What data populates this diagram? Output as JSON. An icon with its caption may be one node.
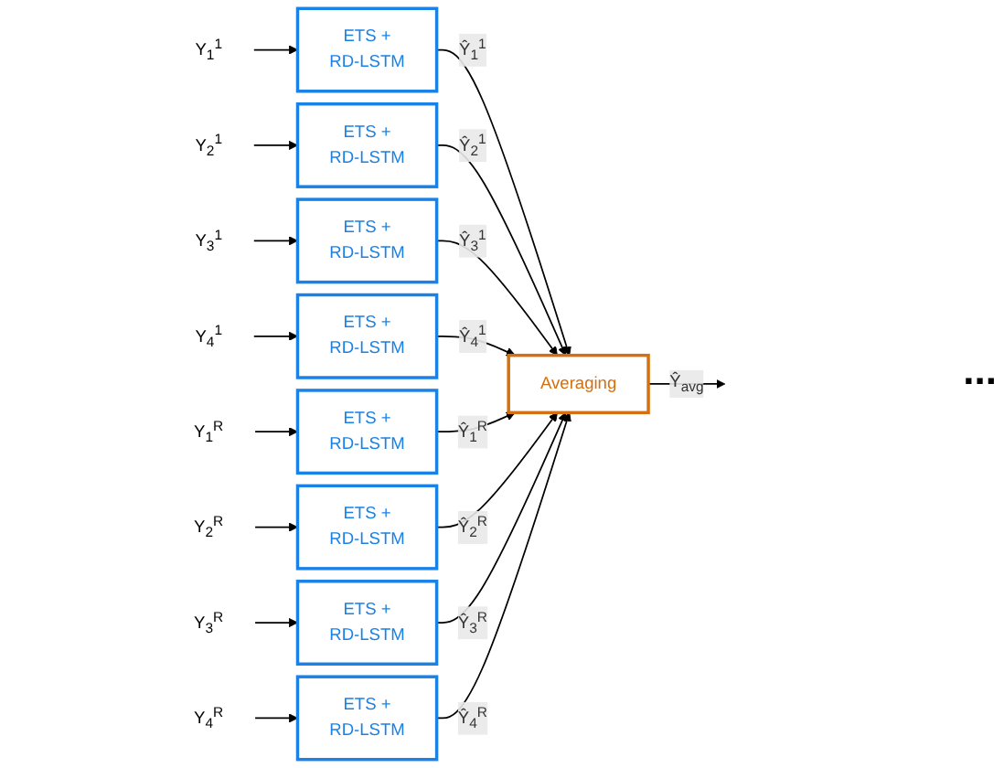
{
  "diagram": {
    "nodes": [
      {
        "text": [
          "Y$_{1}$$^{1}$"
        ]
      },
      {
        "text": [
          "ETS + RD-LSTM"
        ]
      },
      {
        "text": [
          "ETS + RD-LSTM"
        ]
      },
      {
        "text": [
          "Y$_{1}$$^{R}$"
        ]
      },
      {
        "text": [
          "Y$_{2}$$^{1}$"
        ]
      },
      {
        "text": [
          "ETS + RD-LSTM"
        ]
      },
      {
        "text": [
          "ETS + RD-LSTM"
        ]
      },
      {
        "text": [
          "Y$_{2}$$^{R}$"
        ]
      },
      {
        "text": [
          "Y$_{3}$$^{1}$"
        ]
      },
      {
        "text": [
          "ETS + RD-LSTM"
        ]
      },
      {
        "text": [
          "ETS + RD-LSTM"
        ]
      },
      {
        "text": [
          "Y$_{3}$$^{R}$"
        ]
      },
      {
        "text": [
          "Y$_{4}$$^{1}$"
        ]
      },
      {
        "text": [
          "ETS + RD-LSTM"
        ]
      },
      {
        "text": [
          "ETS + RD-LSTM"
        ]
      },
      {
        "text": [
          "Y$_{4}$$^{R}$"
        ]
      },
      {
        "text": [
          "Averaging"
        ]
      }
    ],
    "edges": [
      {
        "from": 0,
        "to": 1,
        "arrow": "to"
      },
      {
        "from": 3,
        "to": 2,
        "arrow": "to"
      },
      {
        "from": 4,
        "to": 5,
        "arrow": "to"
      },
      {
        "from": 7,
        "to": 6,
        "arrow": "to"
      },
      {
        "from": 8,
        "to": 9,
        "arrow": "to"
      },
      {
        "from": 11,
        "to": 10,
        "arrow": "to"
      },
      {
        "from": 12,
        "to": 13,
        "arrow": "to"
      },
      {
        "from": 15,
        "to": 14,
        "arrow": "to"
      },
      {
        "from": 1,
        "to": 16,
        "arrow": "to",
        "label": "Ŷ$_{1}$$^{1}$"
      },
      {
        "from": 5,
        "to": 16,
        "arrow": "to",
        "label": "Ŷ$_{2}$$^{1}$"
      },
      {
        "from": 9,
        "to": 16,
        "arrow": "to",
        "label": "Ŷ$_{3}$$^{1}$"
      },
      {
        "from": 13,
        "to": 16,
        "arrow": "to",
        "label": "Ŷ$_{4}$$^{1}$"
      },
      {
        "from": 2,
        "to": 16,
        "arrow": "to",
        "label": "Ŷ$_{1}$$^{R}$"
      },
      {
        "from": 6,
        "to": 16,
        "arrow": "to",
        "label": "Ŷ$_{2}$$^{R}$"
      },
      {
        "from": 10,
        "to": 16,
        "arrow": "to",
        "label": "Ŷ$_{3}$$^{R}$"
      },
      {
        "from": 14,
        "to": 16,
        "arrow": "to",
        "label": "Ŷ$_{4}$$^{R}$"
      },
      {
        "from": 16,
        "to": null,
        "arrow": "to",
        "label": "Ŷ$_{avg}$"
      }
    ],
    "labels": [
      "..."
    ]
  }
}
